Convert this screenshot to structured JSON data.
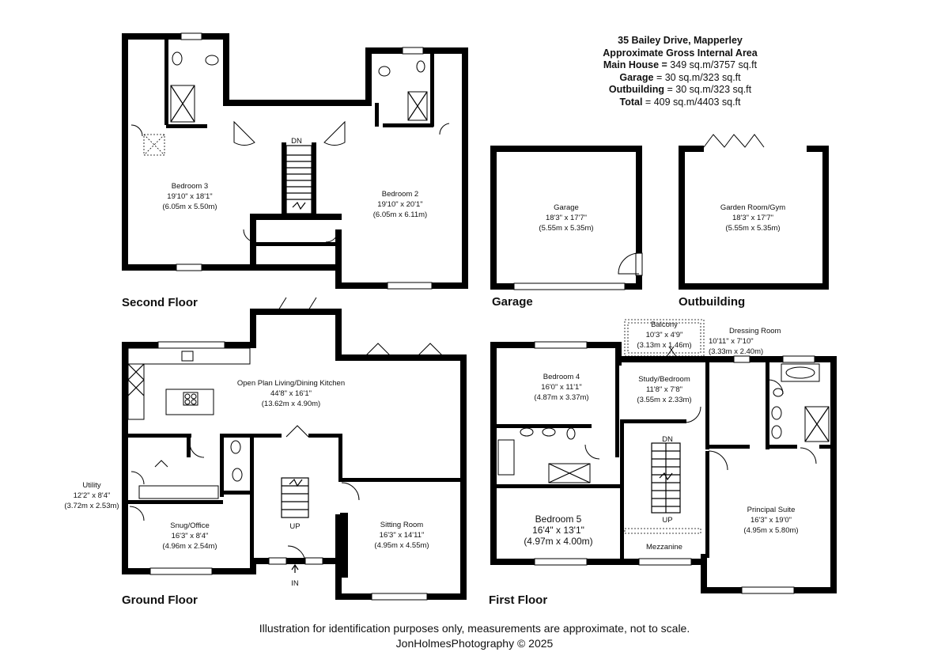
{
  "header": {
    "address": "35 Bailey Drive, Mapperley",
    "area_title": "Approximate Gross Internal Area",
    "main_house_label": "Main House =",
    "main_house_value": "349 sq.m/3757 sq.ft",
    "garage_label": "Garage",
    "garage_value": "= 30 sq.m/323 sq.ft",
    "outbuilding_label": "Outbuilding",
    "outbuilding_value": "= 30 sq.m/323 sq.ft",
    "total_label": "Total",
    "total_value": "= 409 sq.m/4403 sq.ft"
  },
  "floors": {
    "second": "Second Floor",
    "garage": "Garage",
    "outbuilding": "Outbuilding",
    "ground": "Ground Floor",
    "first": "First Floor"
  },
  "rooms": {
    "bedroom3": {
      "name": "Bedroom 3",
      "imperial": "19'10\" x 18'1\"",
      "metric": "(6.05m x 5.50m)"
    },
    "bedroom2": {
      "name": "Bedroom 2",
      "imperial": "19'10\" x 20'1\"",
      "metric": "(6.05m x 6.11m)"
    },
    "garage": {
      "name": "Garage",
      "imperial": "18'3\" x 17'7\"",
      "metric": "(5.55m x 5.35m)"
    },
    "garden_room": {
      "name": "Garden Room/Gym",
      "imperial": "18'3\" x 17'7\"",
      "metric": "(5.55m x 5.35m)"
    },
    "open_plan": {
      "name": "Open Plan Living/Dining Kitchen",
      "imperial": "44'8\" x 16'1\"",
      "metric": "(13.62m x 4.90m)"
    },
    "utility": {
      "name": "Utility",
      "imperial": "12'2\" x 8'4\"",
      "metric": "(3.72m x 2.53m)"
    },
    "snug": {
      "name": "Snug/Office",
      "imperial": "16'3\" x 8'4\"",
      "metric": "(4.96m x 2.54m)"
    },
    "sitting": {
      "name": "Sitting Room",
      "imperial": "16'3\" x 14'11\"",
      "metric": "(4.95m x 4.55m)"
    },
    "balcony": {
      "name": "Balcony",
      "imperial": "10'3\" x 4'9\"",
      "metric": "(3.13m x 1.46m)"
    },
    "dressing": {
      "name": "Dressing Room",
      "imperial": "10'11\" x 7'10\"",
      "metric": "(3.33m x 2.40m)"
    },
    "bedroom4": {
      "name": "Bedroom 4",
      "imperial": "16'0\" x 11'1\"",
      "metric": "(4.87m x 3.37m)"
    },
    "study": {
      "name": "Study/Bedroom",
      "imperial": "11'8\" x 7'8\"",
      "metric": "(3.55m x 2.33m)"
    },
    "bedroom5": {
      "name": "Bedroom 5",
      "imperial": "16'4\" x 13'1\"",
      "metric": "(4.97m x 4.00m)"
    },
    "principal": {
      "name": "Principal Suite",
      "imperial": "16'3\" x 19'0\"",
      "metric": "(4.95m x 5.80m)"
    },
    "mezzanine": {
      "name": "Mezzanine"
    }
  },
  "stairs": {
    "dn": "DN",
    "up": "UP",
    "in": "IN"
  },
  "footer": {
    "disclaimer": "Illustration for identification purposes only, measurements are approximate, not to scale.",
    "credit": "JonHolmesPhotography © 2025"
  }
}
